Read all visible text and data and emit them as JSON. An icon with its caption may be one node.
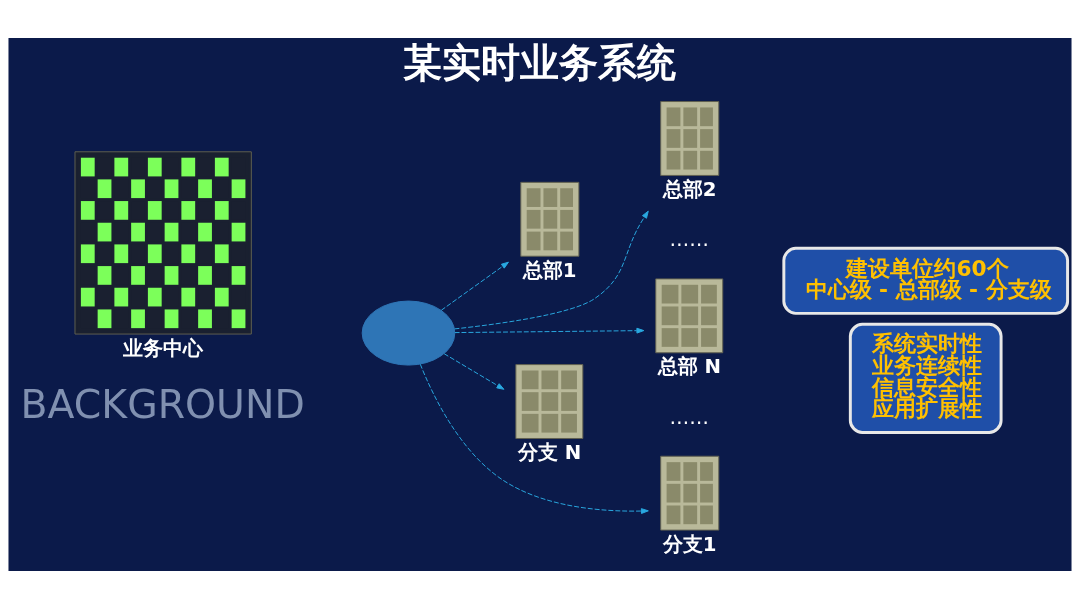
{
  "diagram": {
    "title": "某实时业务系统",
    "nodes": [
      {
        "text": [],
        "shape": "picture",
        "beside": [
          "业务中心"
        ]
      },
      {
        "text": [],
        "shape": "cloud"
      },
      {
        "text": [],
        "shape": "picture",
        "beside": [
          "总部1"
        ]
      },
      {
        "text": [],
        "shape": "picture",
        "beside": [
          "总部2"
        ]
      },
      {
        "text": [],
        "shape": "picture",
        "beside": [
          "总部 N"
        ]
      },
      {
        "text": [],
        "shape": "picture",
        "beside": [
          "分支 N"
        ]
      },
      {
        "text": [],
        "shape": "picture",
        "beside": [
          "分支1"
        ]
      },
      {
        "text": [
          "建设单位约60个",
          "中心级 - 总部级 - 分支级"
        ]
      },
      {
        "text": [
          "系统实时性",
          "业务连续性",
          "信息安全性",
          "应用扩展性"
        ]
      }
    ],
    "edges": [
      {
        "from": 1,
        "to": 2,
        "arrow": "to",
        "style": "dashed"
      },
      {
        "from": 1,
        "to": 3,
        "arrow": "to",
        "style": "dashed"
      },
      {
        "from": 1,
        "to": 4,
        "arrow": "to",
        "style": "dashed"
      },
      {
        "from": 1,
        "to": 5,
        "arrow": "to",
        "style": "dashed"
      },
      {
        "from": 1,
        "to": 6,
        "arrow": "to",
        "style": "dashed"
      }
    ],
    "labels": [
      "BACKGROUND",
      "……",
      "……"
    ]
  }
}
